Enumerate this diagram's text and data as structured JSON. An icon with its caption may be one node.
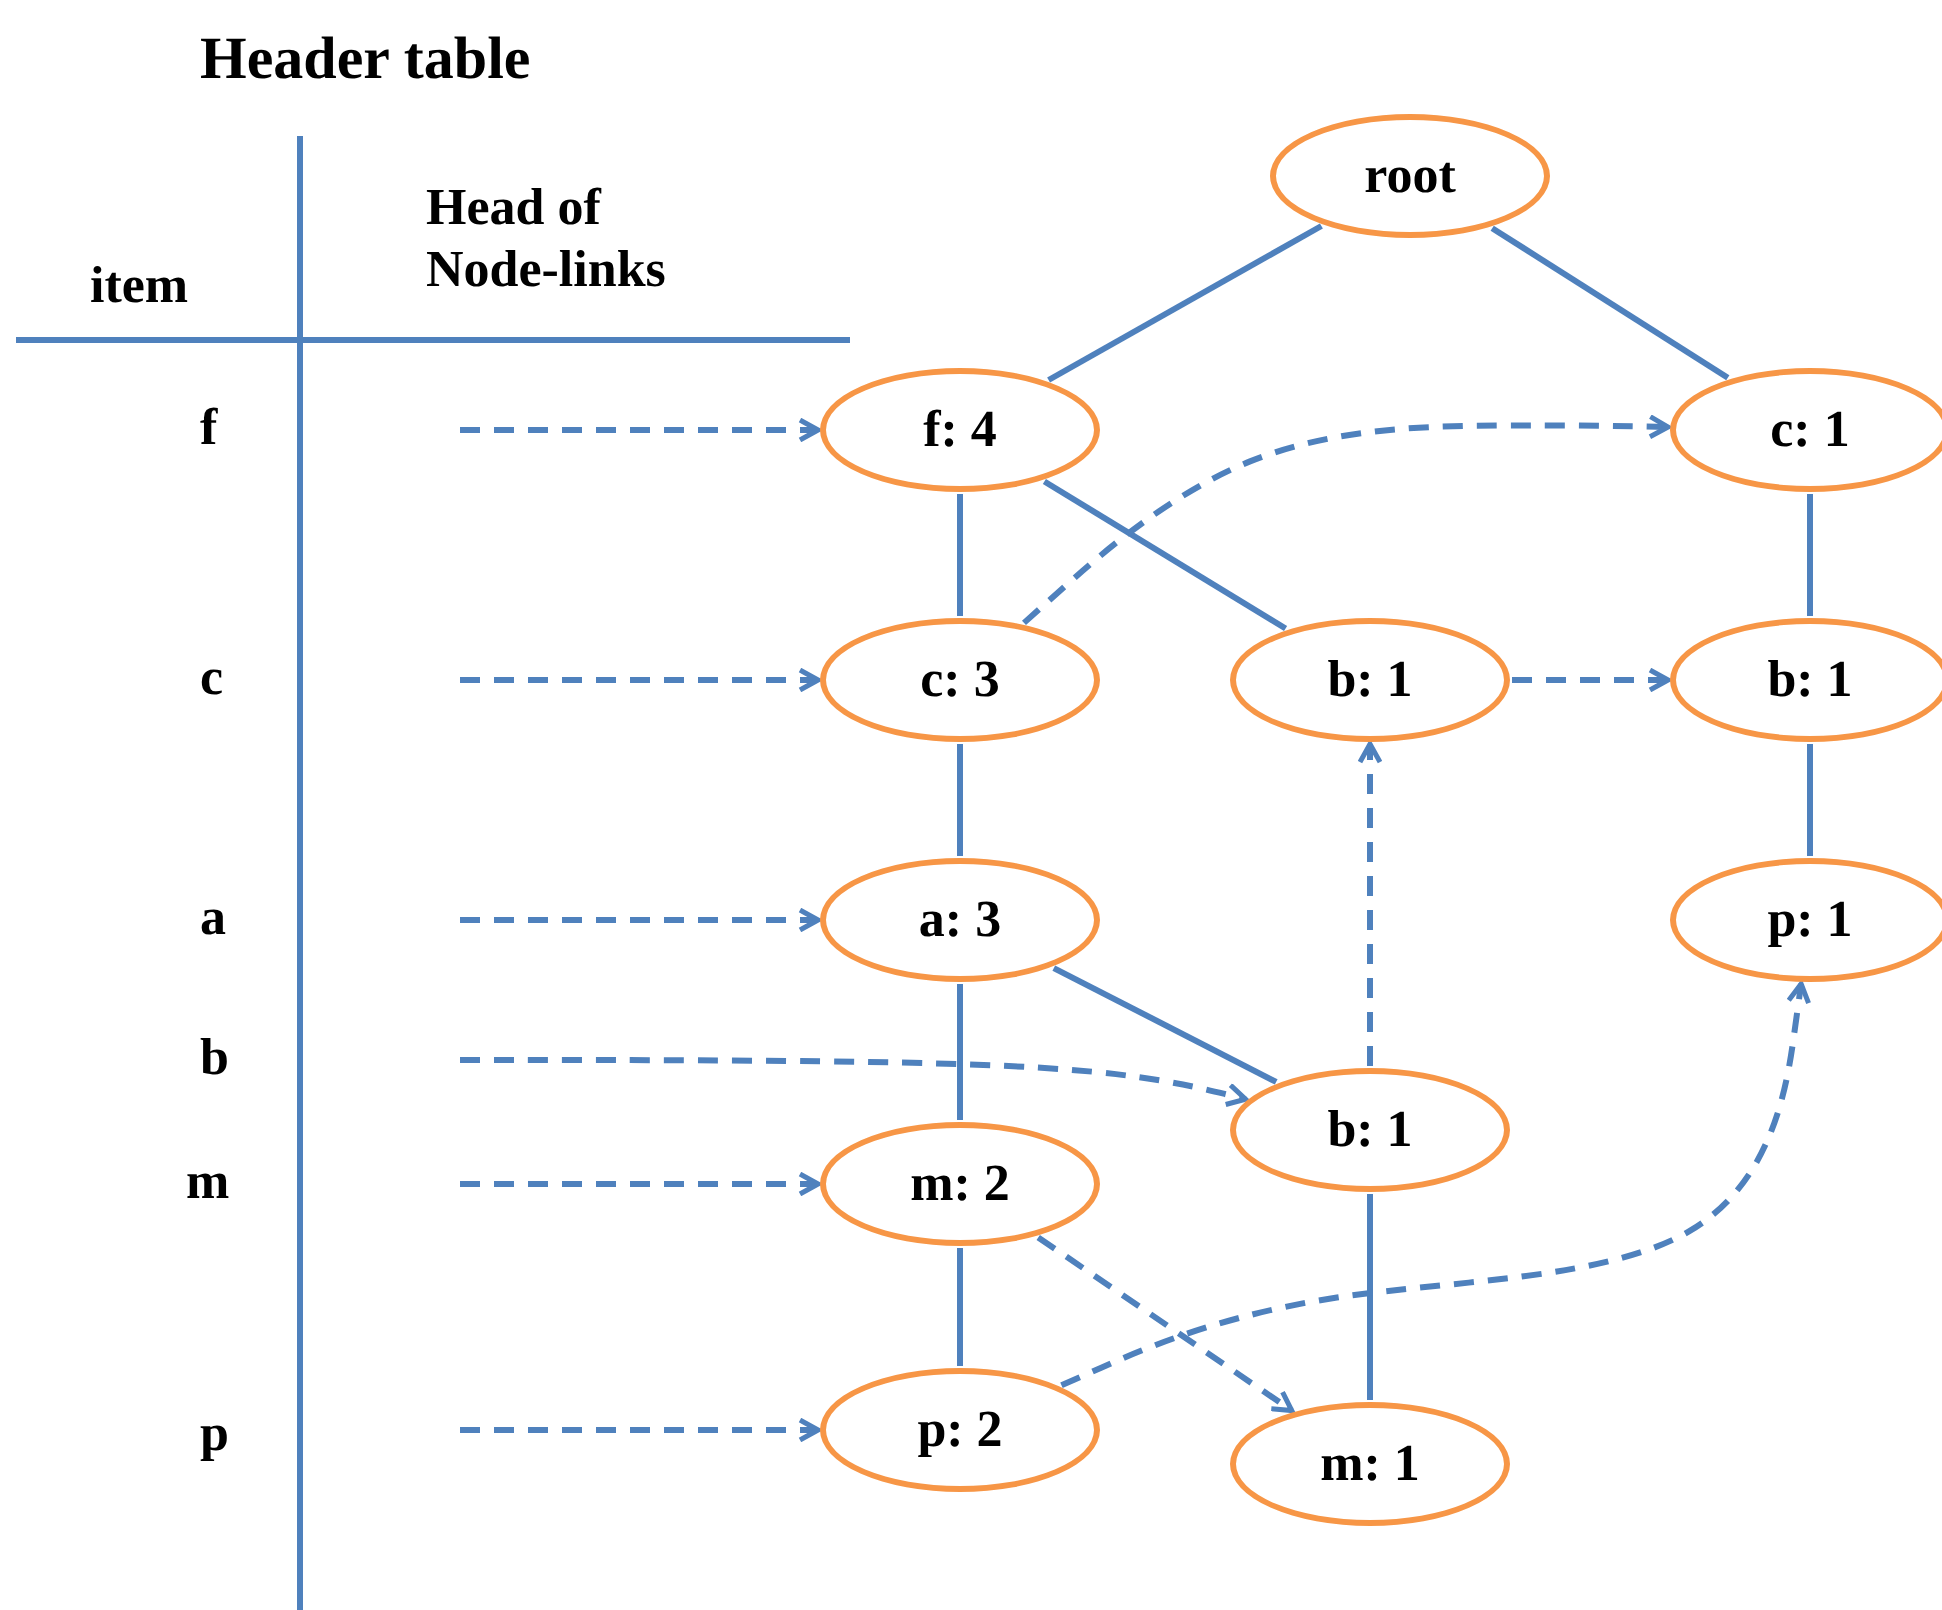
{
  "diagram": {
    "nodes": [
      {
        "text": [
          "root"
        ]
      },
      {
        "text": [
          "f: 4"
        ]
      },
      {
        "text": [
          "c: 1"
        ]
      },
      {
        "text": [
          "c: 3"
        ]
      },
      {
        "text": [
          "b: 1"
        ]
      },
      {
        "text": [
          "b: 1"
        ]
      },
      {
        "text": [
          "a: 3"
        ]
      },
      {
        "text": [
          "p: 1"
        ]
      },
      {
        "text": [
          "b: 1"
        ]
      },
      {
        "text": [
          "m: 2"
        ]
      },
      {
        "text": [
          "p: 2"
        ]
      },
      {
        "text": [
          "m: 1"
        ]
      }
    ],
    "edges": [
      {
        "from": 0,
        "to": 1,
        "arrow": "none"
      },
      {
        "from": 0,
        "to": 2,
        "arrow": "none"
      },
      {
        "from": 1,
        "to": 3,
        "arrow": "none"
      },
      {
        "from": 1,
        "to": 4,
        "arrow": "none"
      },
      {
        "from": 2,
        "to": 5,
        "arrow": "none"
      },
      {
        "from": 5,
        "to": 7,
        "arrow": "none"
      },
      {
        "from": 3,
        "to": 6,
        "arrow": "none"
      },
      {
        "from": 6,
        "to": 9,
        "arrow": "none"
      },
      {
        "from": 6,
        "to": 8,
        "arrow": "none"
      },
      {
        "from": 9,
        "to": 10,
        "arrow": "none"
      },
      {
        "from": 8,
        "to": 11,
        "arrow": "none"
      },
      {
        "from": null,
        "to": 1,
        "arrow": "to",
        "style": "dashed"
      },
      {
        "from": null,
        "to": 3,
        "arrow": "to",
        "style": "dashed"
      },
      {
        "from": null,
        "to": 6,
        "arrow": "to",
        "style": "dashed"
      },
      {
        "from": null,
        "to": 8,
        "arrow": "to",
        "style": "dashed"
      },
      {
        "from": null,
        "to": 9,
        "arrow": "to",
        "style": "dashed"
      },
      {
        "from": null,
        "to": 10,
        "arrow": "to",
        "style": "dashed"
      },
      {
        "from": 3,
        "to": 2,
        "arrow": "to",
        "style": "dashed"
      },
      {
        "from": 4,
        "to": 5,
        "arrow": "to",
        "style": "dashed"
      },
      {
        "from": 8,
        "to": 4,
        "arrow": "to",
        "style": "dashed"
      },
      {
        "from": 9,
        "to": 11,
        "arrow": "to",
        "style": "dashed"
      },
      {
        "from": 10,
        "to": 7,
        "arrow": "to",
        "style": "dashed"
      }
    ],
    "labels": [
      "Header table",
      "item",
      "Head of Node-links",
      "f",
      "c",
      "a",
      "b",
      "m",
      "p"
    ]
  }
}
